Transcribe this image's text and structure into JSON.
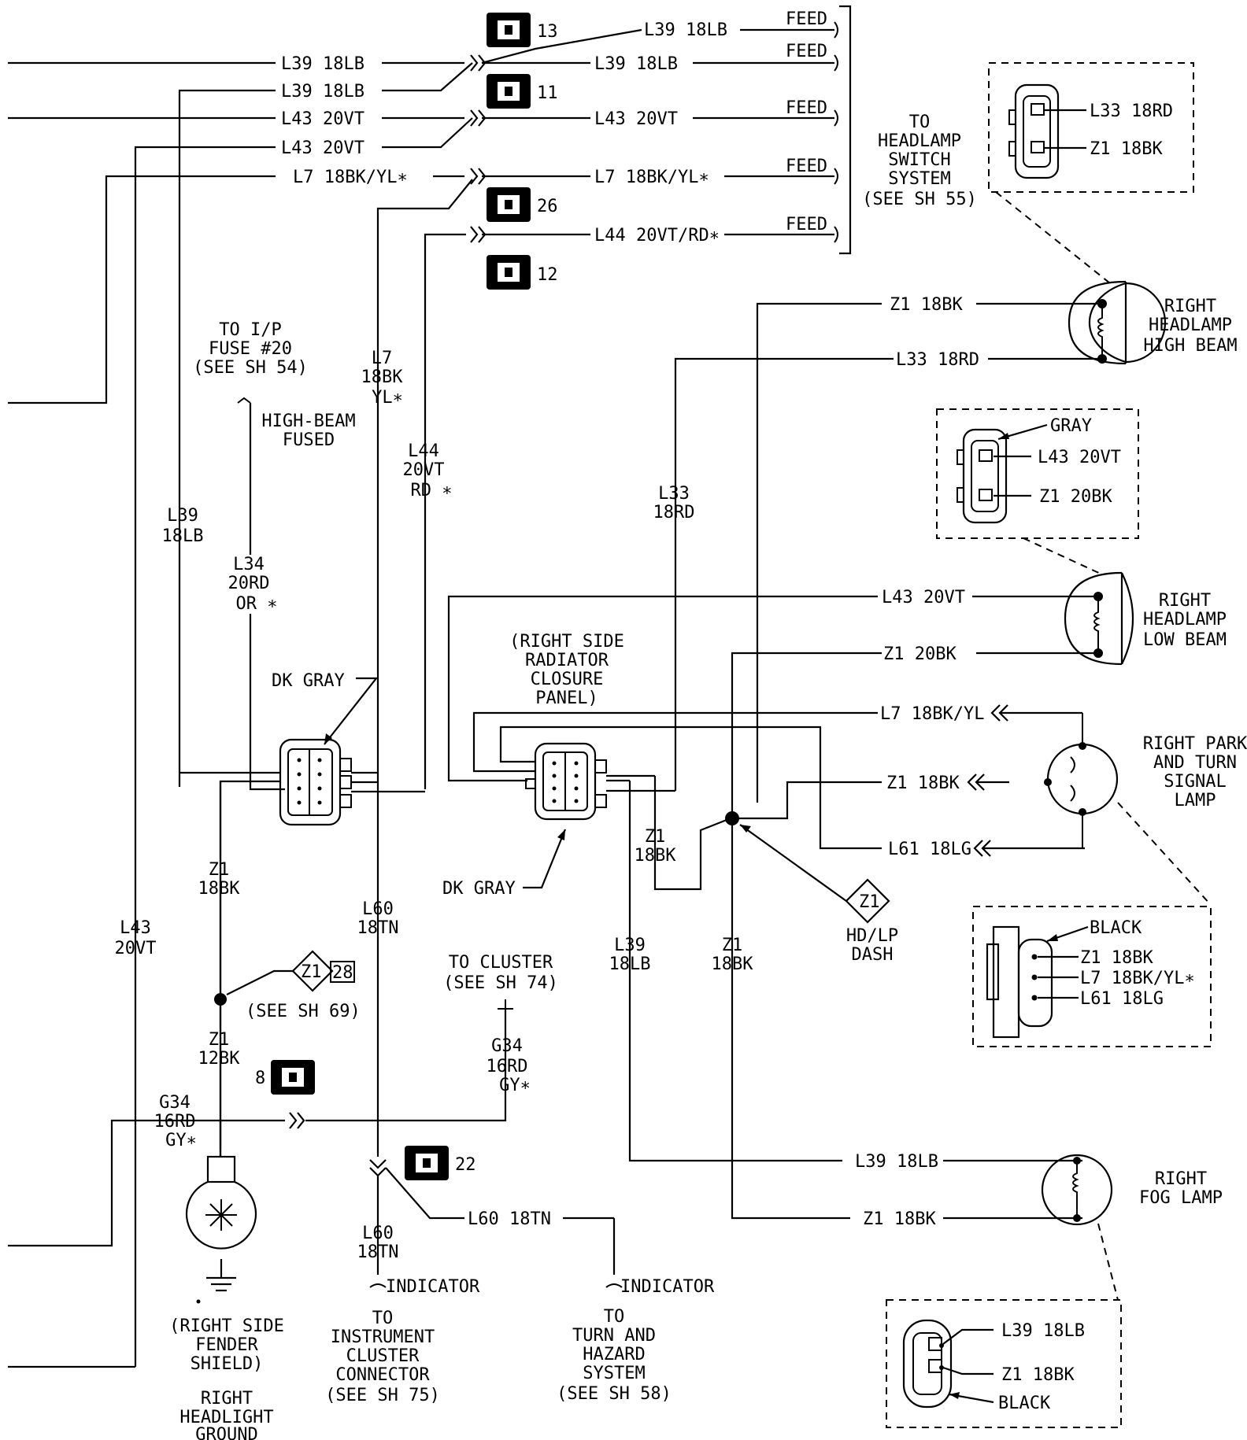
{
  "diagram": {
    "wires": {
      "l39_18lb": "L39 18LB",
      "l43_20vt": "L43 20VT",
      "l7_18bkyl_star": "L7 18BK/YL∗",
      "l7_18bkyl": "L7 18BK/YL",
      "l44_20vtrd_star": "L44 20VT/RD∗",
      "z1_18bk": "Z1 18BK",
      "z1_20bk": "Z1 20BK",
      "l33_18rd": "L33 18RD",
      "l61_18lg": "L61 18LG",
      "l60_18tn": "L60 18TN"
    },
    "feed_label": "FEED",
    "badges": [
      "13",
      "11",
      "26",
      "12",
      "8",
      "22"
    ],
    "switch_note": [
      "TO",
      "HEADLAMP",
      "SWITCH",
      "SYSTEM",
      "(SEE SH 55)"
    ],
    "ip_fuse_note": [
      "TO I/P",
      "FUSE #20",
      "(SEE SH 54)"
    ],
    "high_beam_fused": [
      "HIGH-BEAM",
      "FUSED"
    ],
    "vertical_labels": {
      "l7": [
        "L7",
        "18BK",
        "YL∗"
      ],
      "l44": [
        "L44",
        "20VT",
        "RD ∗"
      ],
      "l39_left": [
        "L39",
        "18LB"
      ],
      "l34": [
        "L34",
        "20RD",
        "OR ∗"
      ],
      "l33": [
        "L33",
        "18RD"
      ],
      "z1_18bk_left": [
        "Z1",
        "18BK"
      ],
      "z1_12bk": [
        "Z1",
        "12BK"
      ],
      "l60": [
        "L60",
        "18TN"
      ],
      "l43_left": [
        "L43",
        "20VT"
      ],
      "g34_right": [
        "G34",
        "16RD",
        "GY∗"
      ],
      "g34_left": [
        "G34",
        "16RD",
        "GY∗"
      ],
      "z1_18bk_mid": [
        "Z1",
        "18BK"
      ],
      "l39_mid": [
        "L39",
        "18LB"
      ],
      "z1_18bk_center": [
        "Z1",
        "18BK"
      ],
      "l60_lower": [
        "L60",
        "18TN"
      ]
    },
    "dk_gray": "DK GRAY",
    "radiator_note": [
      "(RIGHT SIDE",
      "RADIATOR",
      "CLOSURE",
      "PANEL)"
    ],
    "splice_z1_28": {
      "a": "Z1",
      "b": "28"
    },
    "see_sh_69": "(SEE SH 69)",
    "splice_z1_hdlp": "Z1",
    "hd_lp_dash": [
      "HD/LP",
      "DASH"
    ],
    "cluster_note": [
      "TO CLUSTER",
      "(SEE SH 74)"
    ],
    "indicator": "INDICATOR",
    "instrument_note": [
      "TO",
      "INSTRUMENT",
      "CLUSTER",
      "CONNECTOR",
      "(SEE SH 75)"
    ],
    "turn_note": [
      "TO",
      "TURN AND",
      "HAZARD",
      "SYSTEM",
      "(SEE SH 58)"
    ],
    "ground_note": [
      "(RIGHT SIDE",
      "FENDER",
      "SHIELD)"
    ],
    "ground_title": [
      "RIGHT",
      "HEADLIGHT",
      "GROUND"
    ],
    "components": {
      "high_beam": [
        "RIGHT",
        "HEADLAMP",
        "HIGH BEAM"
      ],
      "low_beam": [
        "RIGHT",
        "HEADLAMP",
        "LOW BEAM"
      ],
      "park_turn": [
        "RIGHT PARK",
        "AND TURN",
        "SIGNAL",
        "LAMP"
      ],
      "fog": [
        "RIGHT",
        "FOG LAMP"
      ]
    },
    "inset_colors": {
      "gray": "GRAY",
      "black": "BLACK"
    }
  }
}
